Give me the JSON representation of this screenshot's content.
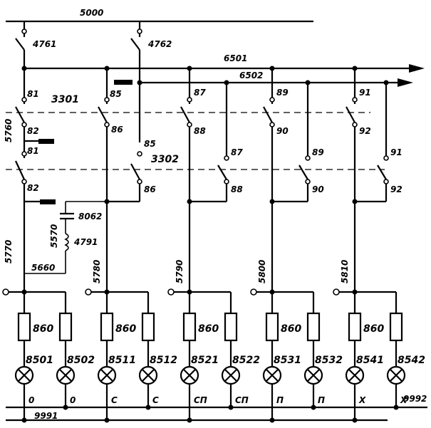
{
  "buses": {
    "top": "5000",
    "b1": "6501",
    "b2": "6502",
    "bottom_left": "9991",
    "bottom_right": "9992"
  },
  "top_switches": [
    "4761",
    "4762"
  ],
  "relays": [
    "3301",
    "3302"
  ],
  "left_labels": [
    "5760",
    "5770",
    "5570",
    "5660"
  ],
  "contacts_upper": [
    "81",
    "82",
    "81",
    "82"
  ],
  "contacts_block": [
    "85",
    "86",
    "85",
    "86"
  ],
  "capacitor": "8062",
  "coil": "4791",
  "columns": [
    {
      "top": "87",
      "mid": "88",
      "top2": "87",
      "mid2": "88",
      "feed": "5790"
    },
    {
      "top": "89",
      "mid": "90",
      "top2": "89",
      "mid2": "90",
      "feed": "5800"
    },
    {
      "top": "91",
      "mid": "92",
      "top2": "91",
      "mid2": "92",
      "feed": "5810"
    }
  ],
  "feed_first": "5780",
  "resistor_value": "860",
  "lamp_groups": [
    {
      "wires": [
        "8501",
        "8502"
      ],
      "marks": [
        "0",
        "0"
      ]
    },
    {
      "wires": [
        "8511",
        "8512"
      ],
      "marks": [
        "C",
        "C"
      ]
    },
    {
      "wires": [
        "8521",
        "8522"
      ],
      "marks": [
        "CП",
        "CП"
      ]
    },
    {
      "wires": [
        "8531",
        "8532"
      ],
      "marks": [
        "П",
        "П"
      ]
    },
    {
      "wires": [
        "8541",
        "8542"
      ],
      "marks": [
        "X",
        "X"
      ]
    }
  ]
}
